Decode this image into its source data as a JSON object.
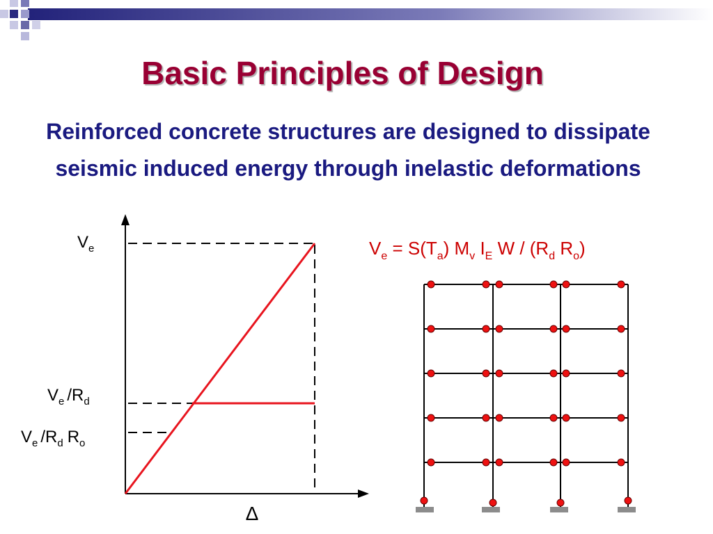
{
  "slide": {
    "title": "Basic Principles of Design",
    "subtitle": "Reinforced concrete structures are designed to dissipate seismic induced energy through inelastic deformations"
  },
  "graph": {
    "y_labels": {
      "ve": {
        "main": "V",
        "sub": "e"
      },
      "ve_rd": {
        "v": "V",
        "v_sub": "e",
        "slash": "/R",
        "r_sub": "d"
      },
      "ve_rd_ro": {
        "v": "V",
        "v_sub": "e",
        "slash": "/R",
        "r_sub": "d",
        "r2": "R",
        "r2_sub": "o"
      }
    },
    "x_label": "Δ"
  },
  "formula": {
    "lhs": "V",
    "lhs_sub": "e",
    "eq": " = S(T",
    "ta_sub": "a",
    "mv": ") M",
    "mv_sub": "v",
    "ie": " I",
    "ie_sub": "E",
    "w": " W / (R",
    "rd_sub": "d",
    "ro": " R",
    "ro_sub": "o",
    "close": ")"
  },
  "colors": {
    "title": "#990033",
    "subtitle": "#1a1a80",
    "curve": "#e8141e",
    "formula": "#cc0000",
    "hinge": "#ee1111",
    "support": "#8c8c8c"
  }
}
